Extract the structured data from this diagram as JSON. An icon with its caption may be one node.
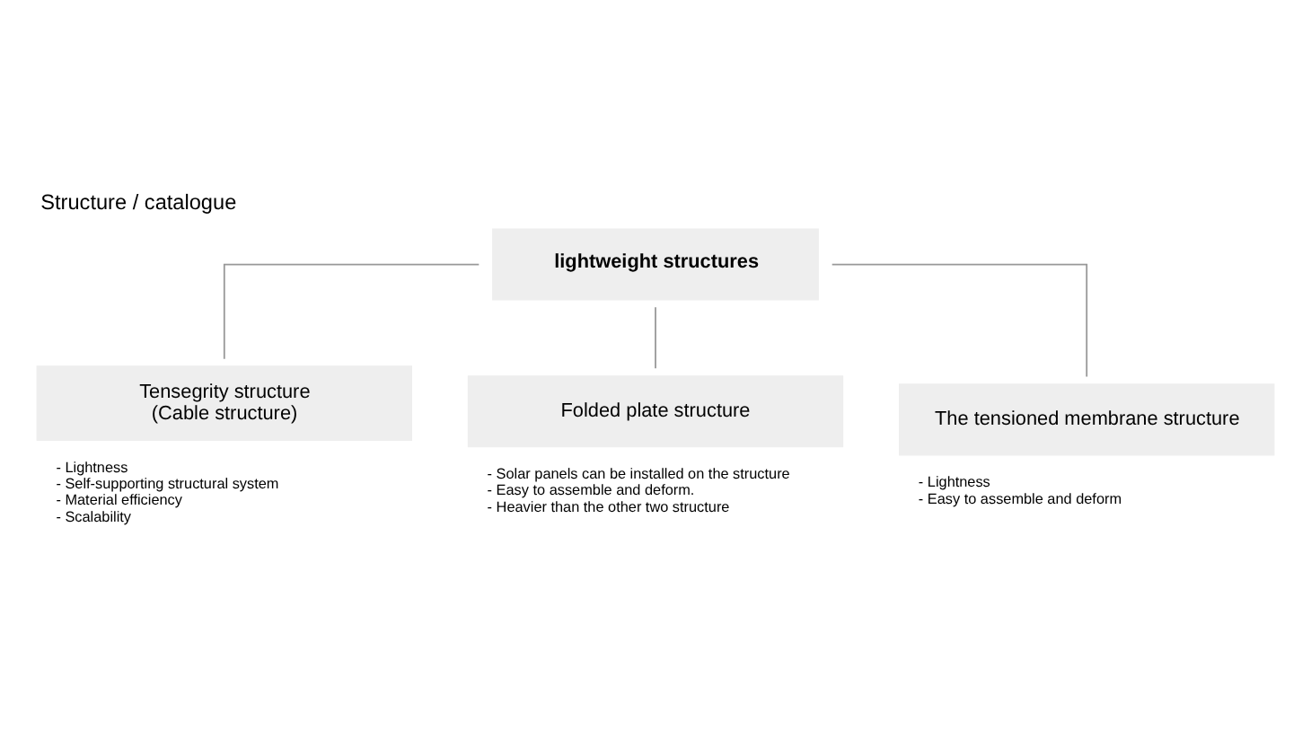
{
  "diagram": {
    "title": "Structure / catalogue",
    "nodes": [
      {
        "text": [
          "lightweight structures"
        ]
      },
      {
        "text": [
          "Tensegrity structure",
          "(Cable structure)"
        ],
        "beside": [
          "- Lightness",
          "- Self-supporting structural system",
          "- Material efficiency",
          "- Scalability"
        ]
      },
      {
        "text": [
          "Folded plate structure"
        ],
        "beside": [
          "- Solar panels can be installed on the structure",
          "- Easy to assemble and deform.",
          "- Heavier than the other two structure"
        ]
      },
      {
        "text": [
          "The tensioned membrane structure"
        ],
        "beside": [
          "- Lightness",
          "- Easy to assemble and deform"
        ]
      }
    ],
    "edges": [
      {
        "from": 0,
        "to": 1,
        "arrow": "none"
      },
      {
        "from": 0,
        "to": 2,
        "arrow": "none"
      },
      {
        "from": 0,
        "to": 3,
        "arrow": "none"
      }
    ]
  }
}
